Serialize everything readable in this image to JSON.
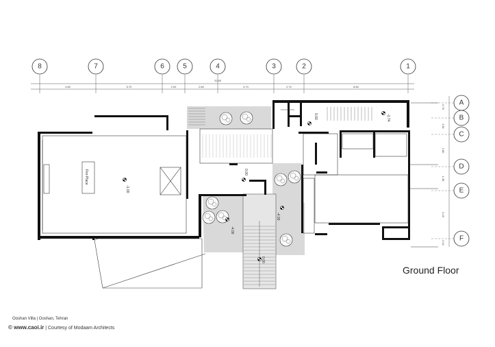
{
  "plan_title": "Ground Floor",
  "caption": {
    "project": "Ooshan Villa | Ooshan, Tehran",
    "site": "© www.caoi.ir",
    "credit": "| Courtesy of Modaam Architects"
  },
  "grid_columns": [
    "8",
    "7",
    "6",
    "5",
    "4",
    "3",
    "2",
    "1"
  ],
  "grid_rows": [
    "A",
    "B",
    "C",
    "D",
    "E",
    "F"
  ],
  "top_dimensions": [
    "4.80",
    "5.70",
    "2.00",
    "2.80",
    "4.70",
    "2.70",
    "8.80"
  ],
  "overall_dimension": "31.80",
  "right_dimensions": [
    "0.76",
    "1.81",
    "2.80",
    "1.38",
    "2.15",
    "3.10"
  ],
  "labels": {
    "fireplace": "Fire Place",
    "level_main": "-1.00",
    "level_center": "0.00",
    "level_stair": "0.00",
    "level_top_right": "-1.74",
    "level_yard_left": "-4.00",
    "level_yard_right": "-4.00",
    "level_entry": "0.00"
  }
}
